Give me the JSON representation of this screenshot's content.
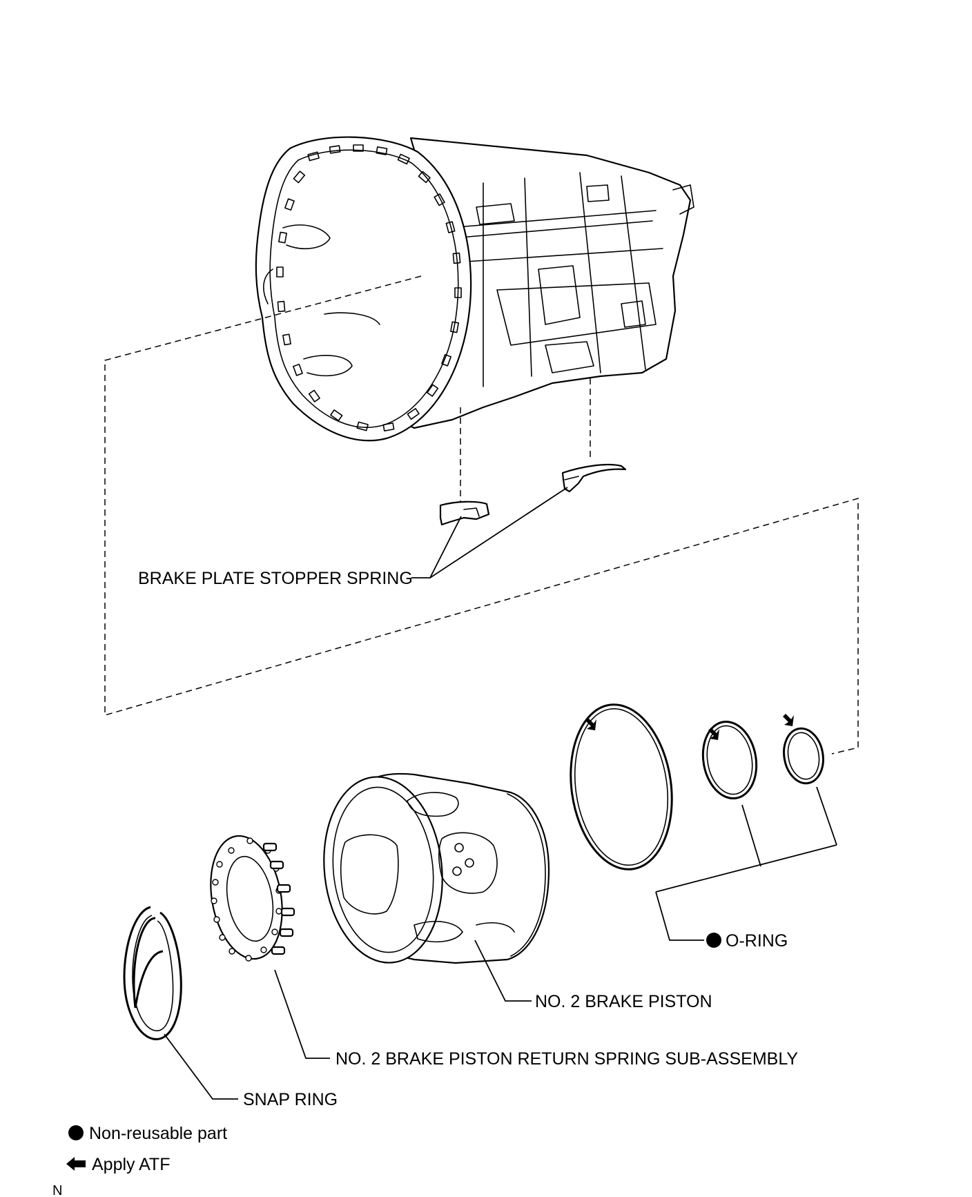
{
  "labels": {
    "brake_plate_stopper_spring": "BRAKE PLATE STOPPER SPRING",
    "o_ring": "O-RING",
    "no2_brake_piston": "NO. 2 BRAKE PISTON",
    "no2_brake_piston_return_spring": "NO. 2 BRAKE PISTON RETURN SPRING SUB-ASSEMBLY",
    "snap_ring": "SNAP RING"
  },
  "legend": {
    "non_reusable": "Non-reusable part",
    "apply_atf": "Apply ATF"
  },
  "corner_mark": "N",
  "icons": {
    "non_reusable": "filled-circle-icon",
    "apply_atf": "arrow-icon"
  },
  "colors": {
    "ink": "#000000",
    "paper": "#ffffff"
  }
}
